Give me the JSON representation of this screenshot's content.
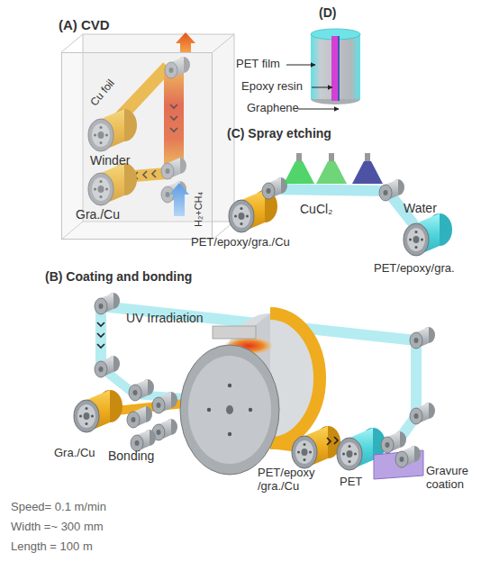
{
  "diagram": {
    "nodes": [
      {
        "text": [
          "(A) CVD"
        ]
      }
    ],
    "labels": [
      "Cu foil",
      "Winder",
      "Gra./Cu",
      "H₂+CH₄",
      "(D)",
      "PET film",
      "Epoxy resin",
      "Graphene",
      "(C) Spray etching",
      "CuCl₂",
      "PET/epoxy/gra./Cu",
      "Water",
      "PET/epoxy/gra.",
      "(B) Coating and bonding",
      "UV Irradiation",
      "Gra./Cu",
      "Bonding",
      "PET/epoxy /gra./Cu",
      "PET",
      "Gravure coation",
      "Speed= 0.1 m/min",
      "Width =~ 300 mm",
      "Length = 100 m"
    ]
  }
}
